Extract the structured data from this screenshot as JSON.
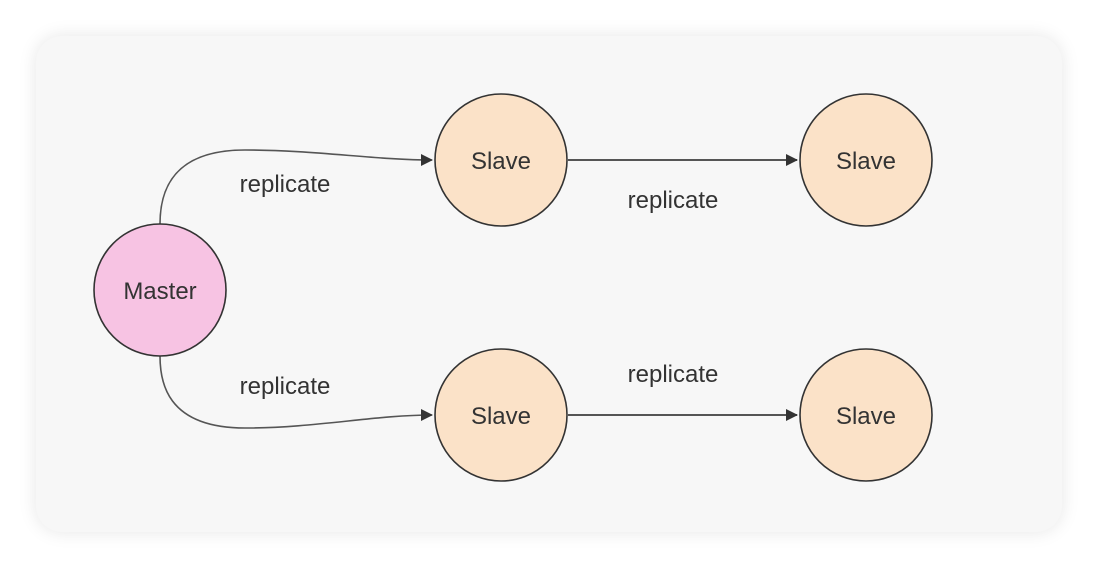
{
  "colors": {
    "master_fill": "#f7c3e3",
    "slave_fill": "#fbe2c8",
    "node_stroke": "#333333",
    "edge_stroke": "#555555"
  },
  "nodes": {
    "master": {
      "label": "Master"
    },
    "slave_top_1": {
      "label": "Slave"
    },
    "slave_top_2": {
      "label": "Slave"
    },
    "slave_bottom_1": {
      "label": "Slave"
    },
    "slave_bottom_2": {
      "label": "Slave"
    }
  },
  "edges": {
    "master_to_top": {
      "label": "replicate"
    },
    "top_chain": {
      "label": "replicate"
    },
    "master_to_bottom": {
      "label": "replicate"
    },
    "bottom_chain": {
      "label": "replicate"
    }
  }
}
